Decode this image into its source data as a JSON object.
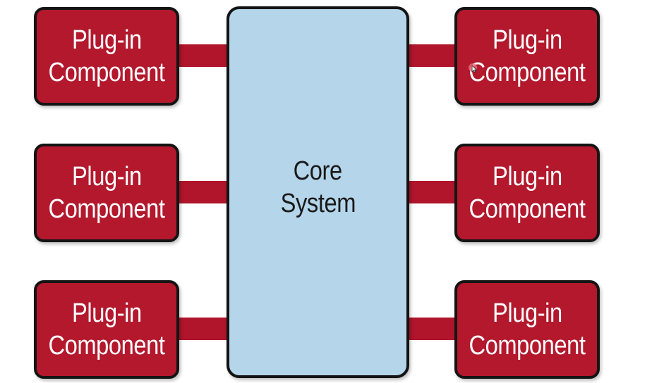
{
  "diagram": {
    "core": {
      "line1": "Core",
      "line2": "System"
    },
    "plugins": [
      {
        "line1": "Plug-in",
        "line2": "Component"
      },
      {
        "line1": "Plug-in",
        "line2": "Component"
      },
      {
        "line1": "Plug-in",
        "line2": "Component"
      },
      {
        "line1": "Plug-in",
        "line2": "Component"
      },
      {
        "line1": "Plug-in",
        "line2": "Component"
      },
      {
        "line1": "Plug-in",
        "line2": "Component"
      }
    ],
    "colors": {
      "plugin_fill": "#b3182d",
      "connector": "#b0152b",
      "core_fill": "#b4d5ea",
      "border": "#141414"
    },
    "icons": {
      "cursor": "mouse-pointer-icon"
    }
  }
}
